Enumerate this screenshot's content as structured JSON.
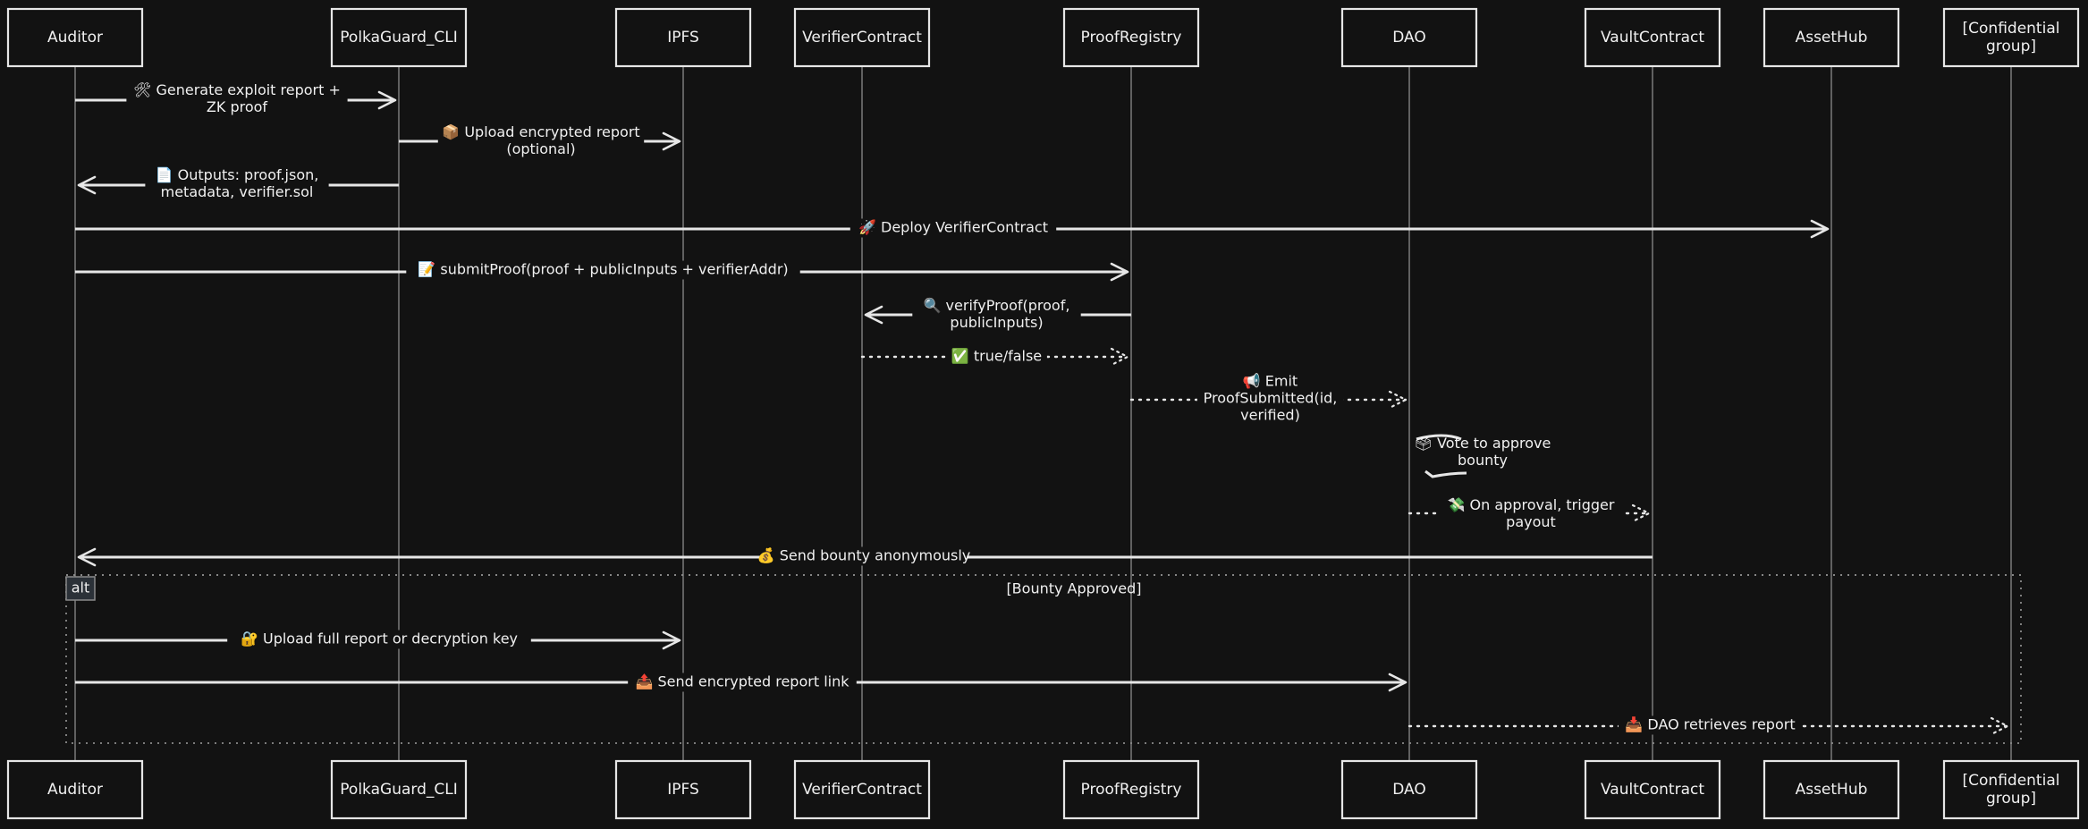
{
  "participants": [
    {
      "id": "auditor",
      "label": "Auditor"
    },
    {
      "id": "cli",
      "label": "PolkaGuard_CLI"
    },
    {
      "id": "ipfs",
      "label": "IPFS"
    },
    {
      "id": "verifier",
      "label": "VerifierContract"
    },
    {
      "id": "registry",
      "label": "ProofRegistry"
    },
    {
      "id": "dao",
      "label": "DAO"
    },
    {
      "id": "vault",
      "label": "VaultContract"
    },
    {
      "id": "assethub",
      "label": "AssetHub"
    },
    {
      "id": "confidential",
      "label": "[Confidential group]"
    }
  ],
  "messages": [
    {
      "from": "auditor",
      "to": "cli",
      "style": "solid",
      "lines": [
        "🛠 Generate exploit report +",
        "ZK proof"
      ]
    },
    {
      "from": "cli",
      "to": "ipfs",
      "style": "solid",
      "lines": [
        "📦 Upload encrypted report",
        "(optional)"
      ]
    },
    {
      "from": "cli",
      "to": "auditor",
      "style": "solid",
      "lines": [
        "📄 Outputs: proof.json,",
        "metadata, verifier.sol"
      ]
    },
    {
      "from": "auditor",
      "to": "assethub",
      "style": "solid",
      "lines": [
        "🚀 Deploy VerifierContract"
      ]
    },
    {
      "from": "auditor",
      "to": "registry",
      "style": "solid",
      "lines": [
        "📝 submitProof(proof + publicInputs + verifierAddr)"
      ]
    },
    {
      "from": "registry",
      "to": "verifier",
      "style": "solid",
      "lines": [
        "🔍 verifyProof(proof,",
        "publicInputs)"
      ]
    },
    {
      "from": "verifier",
      "to": "registry",
      "style": "dashed",
      "lines": [
        "✅ true/false"
      ]
    },
    {
      "from": "registry",
      "to": "dao",
      "style": "dashed",
      "lines": [
        "📢 Emit",
        "ProofSubmitted(id,",
        "verified)"
      ]
    },
    {
      "from": "dao",
      "to": "dao",
      "style": "self",
      "lines": [
        "🗳 Vote to approve",
        "bounty"
      ]
    },
    {
      "from": "dao",
      "to": "vault",
      "style": "dashed",
      "lines": [
        "💸 On approval, trigger",
        "payout"
      ]
    },
    {
      "from": "vault",
      "to": "auditor",
      "style": "solid",
      "lines": [
        "💰 Send bounty anonymously"
      ]
    },
    {
      "from": "auditor",
      "to": "ipfs",
      "style": "solid",
      "lines": [
        "🔐 Upload full report or decryption key"
      ]
    },
    {
      "from": "auditor",
      "to": "dao",
      "style": "solid",
      "lines": [
        "📤 Send encrypted report link"
      ]
    },
    {
      "from": "dao",
      "to": "confidential",
      "style": "dashed",
      "lines": [
        "📥 DAO retrieves report"
      ]
    }
  ],
  "alt_block": {
    "keyword": "alt",
    "condition": "[Bounty Approved]"
  }
}
